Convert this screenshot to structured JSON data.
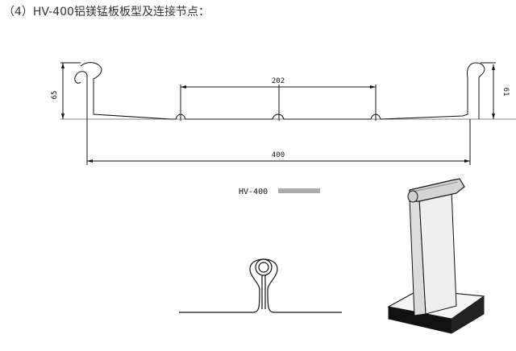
{
  "document": {
    "heading": "（4）HV-400铝镁锰板板型及连接节点：",
    "profile_drawing": {
      "dim_rib_spacing": "202",
      "dim_total_width": "400",
      "dim_height_left": "65",
      "dim_height_right": "61",
      "caption_model": "HV-400"
    }
  }
}
